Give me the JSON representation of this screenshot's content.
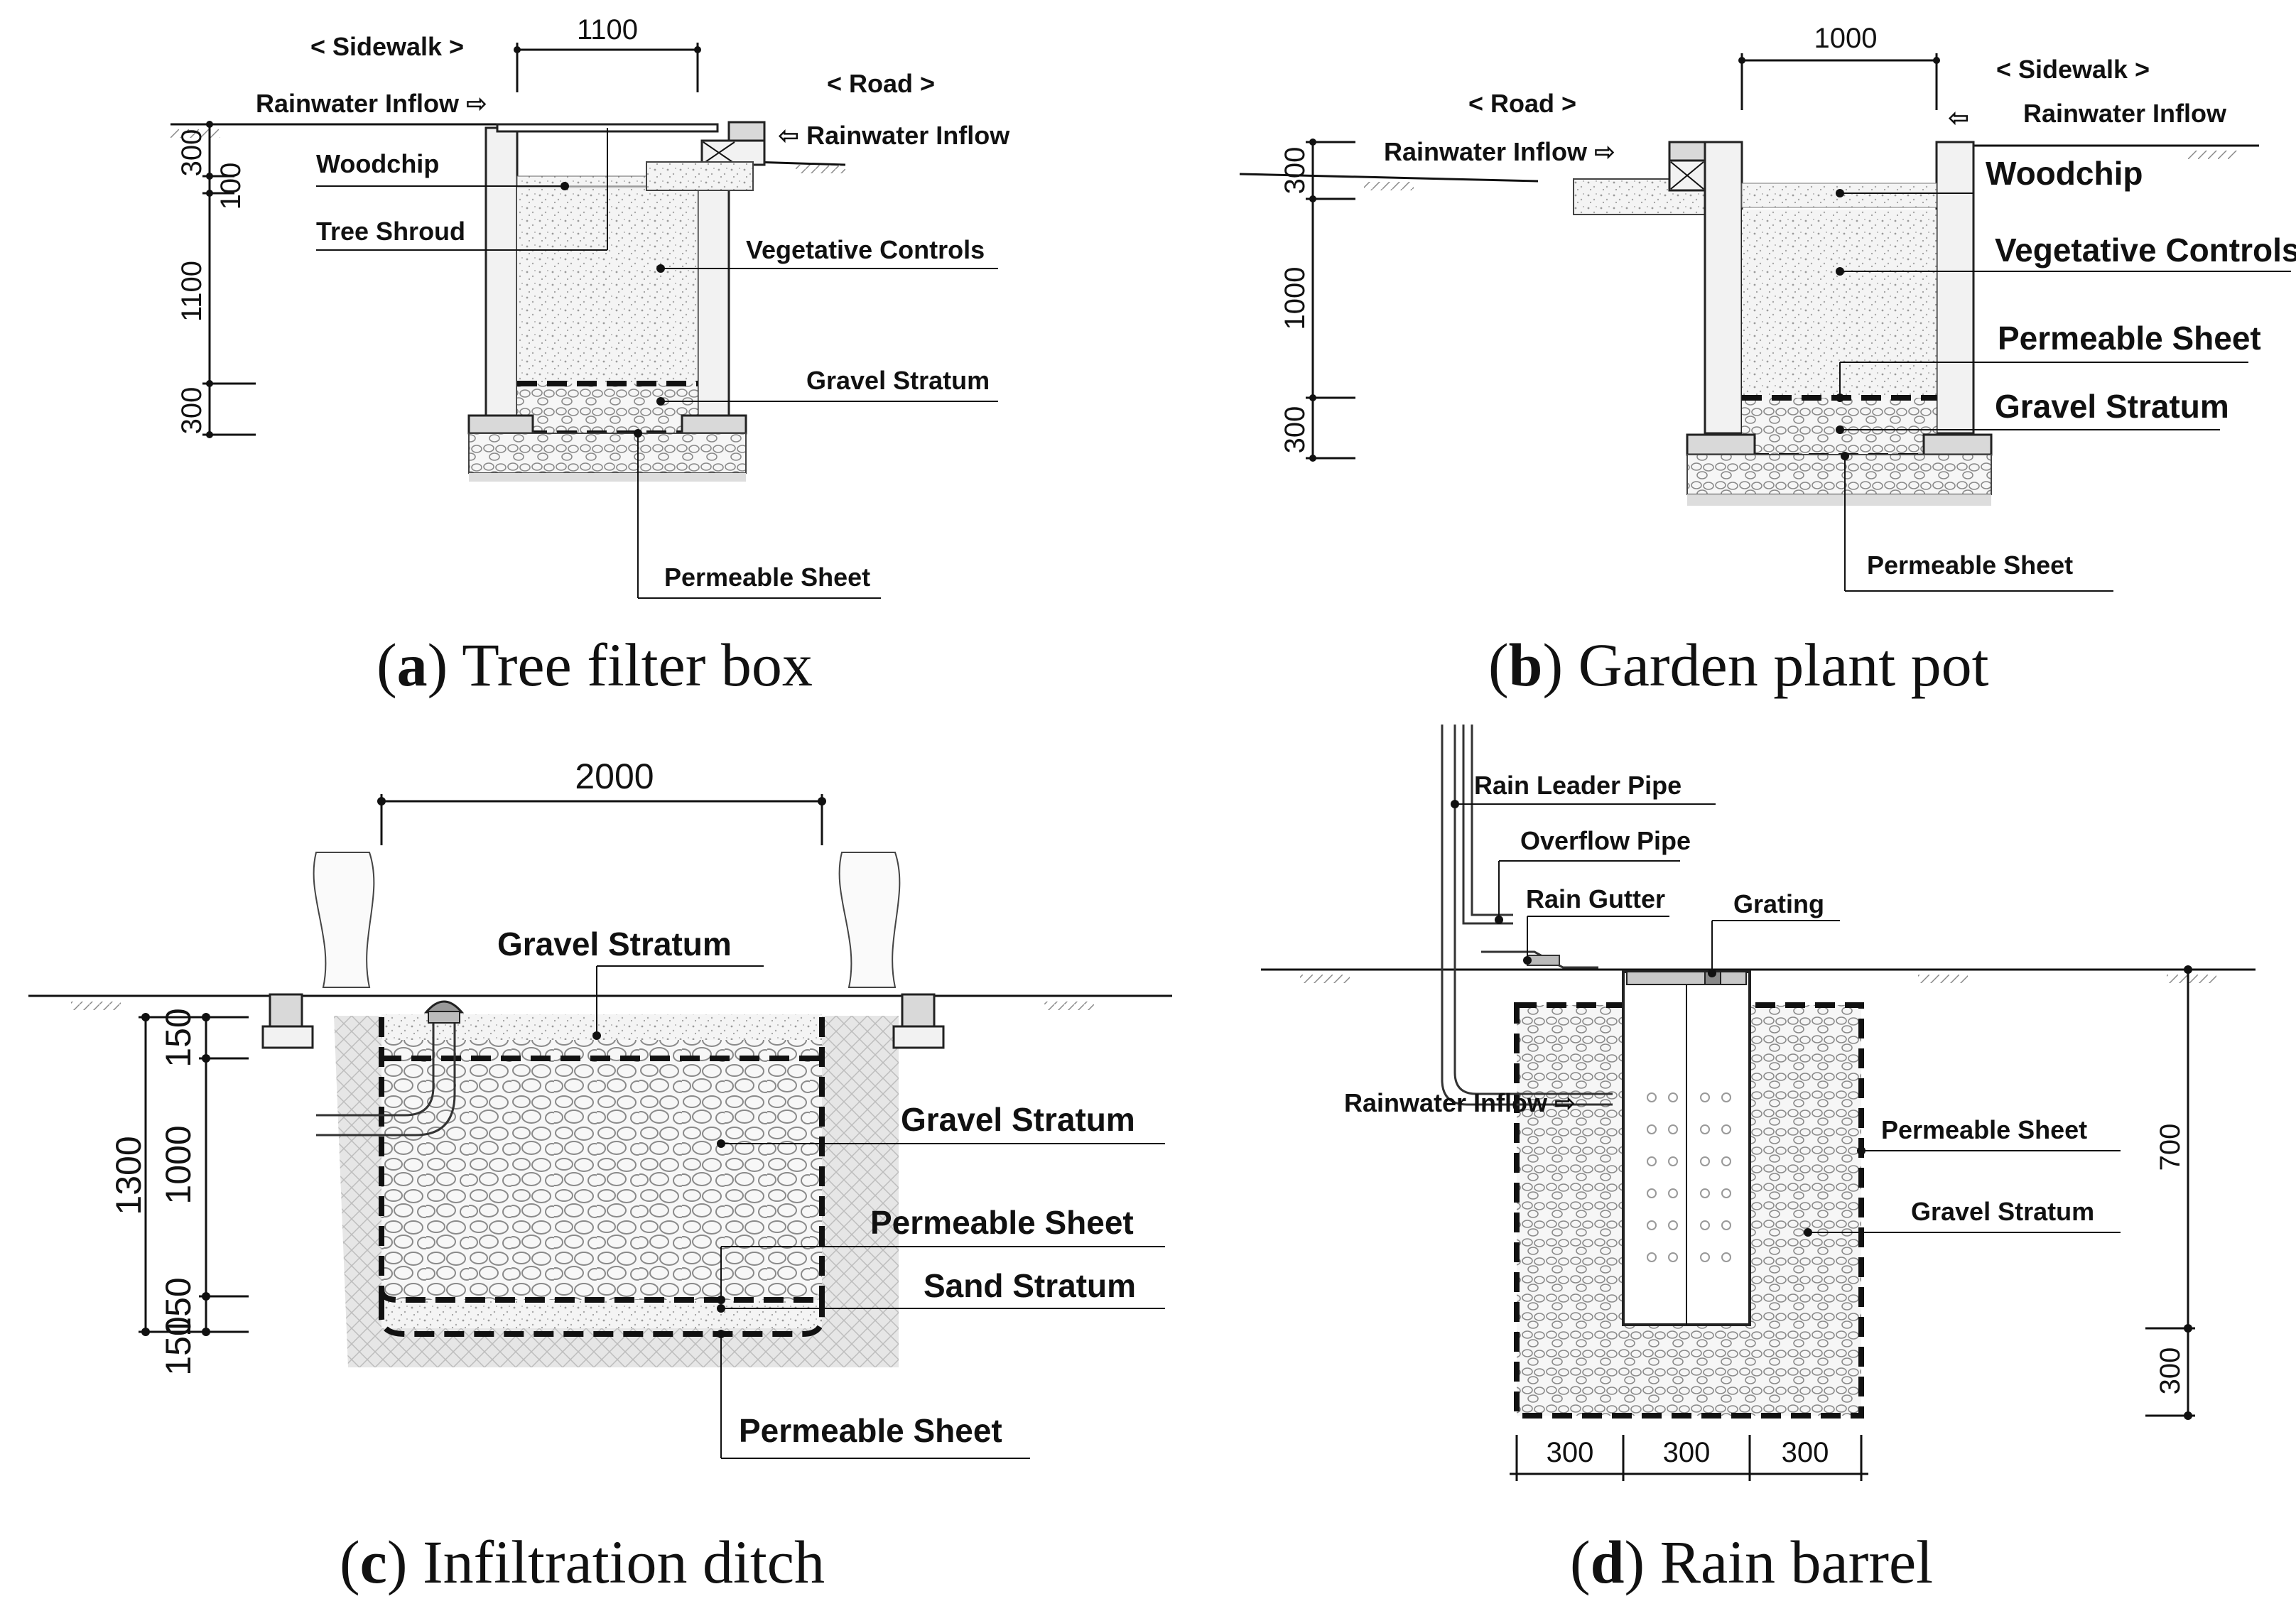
{
  "panels": {
    "a": {
      "caption_letter": "a",
      "caption_text": ") Tree filter box",
      "labels": {
        "sidewalk": "< Sidewalk >",
        "road": "< Road >",
        "rain_inflow_left": "Rainwater Inflow ⇨",
        "rain_inflow_right": "⇦ Rainwater Inflow",
        "woodchip": "Woodchip",
        "tree_shroud": "Tree Shroud",
        "vegetative": "Vegetative Controls",
        "gravel": "Gravel Stratum",
        "permeable": "Permeable Sheet"
      },
      "dims": {
        "width": "1100",
        "d300a": "300",
        "d100": "100",
        "d1100": "1100",
        "d300b": "300"
      }
    },
    "b": {
      "caption_letter": "b",
      "caption_text": ") Garden plant pot",
      "labels": {
        "road": "< Road >",
        "sidewalk": "< Sidewalk >",
        "rain_inflow_left": "Rainwater Inflow ⇨",
        "rain_inflow_right": "Rainwater Inflow",
        "woodchip": "Woodchip",
        "vegetative": "Vegetative Controls",
        "permeable_top": "Permeable Sheet",
        "gravel": "Gravel Stratum",
        "permeable_bottom": "Permeable Sheet"
      },
      "dims": {
        "width": "1000",
        "d300a": "300",
        "d1000": "1000",
        "d300b": "300"
      }
    },
    "c": {
      "caption_letter": "c",
      "caption_text": ") Infiltration ditch",
      "labels": {
        "gravel_top": "Gravel Stratum",
        "gravel_mid": "Gravel Stratum",
        "permeable_top": "Permeable Sheet",
        "sand": "Sand Stratum",
        "permeable_bottom": "Permeable Sheet"
      },
      "dims": {
        "width": "2000",
        "total": "1300",
        "d150a": "150",
        "d1000": "1000",
        "d150b": "150",
        "d150c": "150"
      }
    },
    "d": {
      "caption_letter": "d",
      "caption_text": ") Rain barrel",
      "labels": {
        "leader_pipe": "Rain Leader Pipe",
        "overflow_pipe": "Overflow Pipe",
        "gutter": "Rain Gutter",
        "grating": "Grating",
        "rain_inflow": "Rainwater Inflow ⇨",
        "permeable": "Permeable Sheet",
        "gravel": "Gravel Stratum"
      },
      "dims": {
        "d700": "700",
        "d300v": "300",
        "w1": "300",
        "w2": "300",
        "w3": "300"
      }
    }
  }
}
